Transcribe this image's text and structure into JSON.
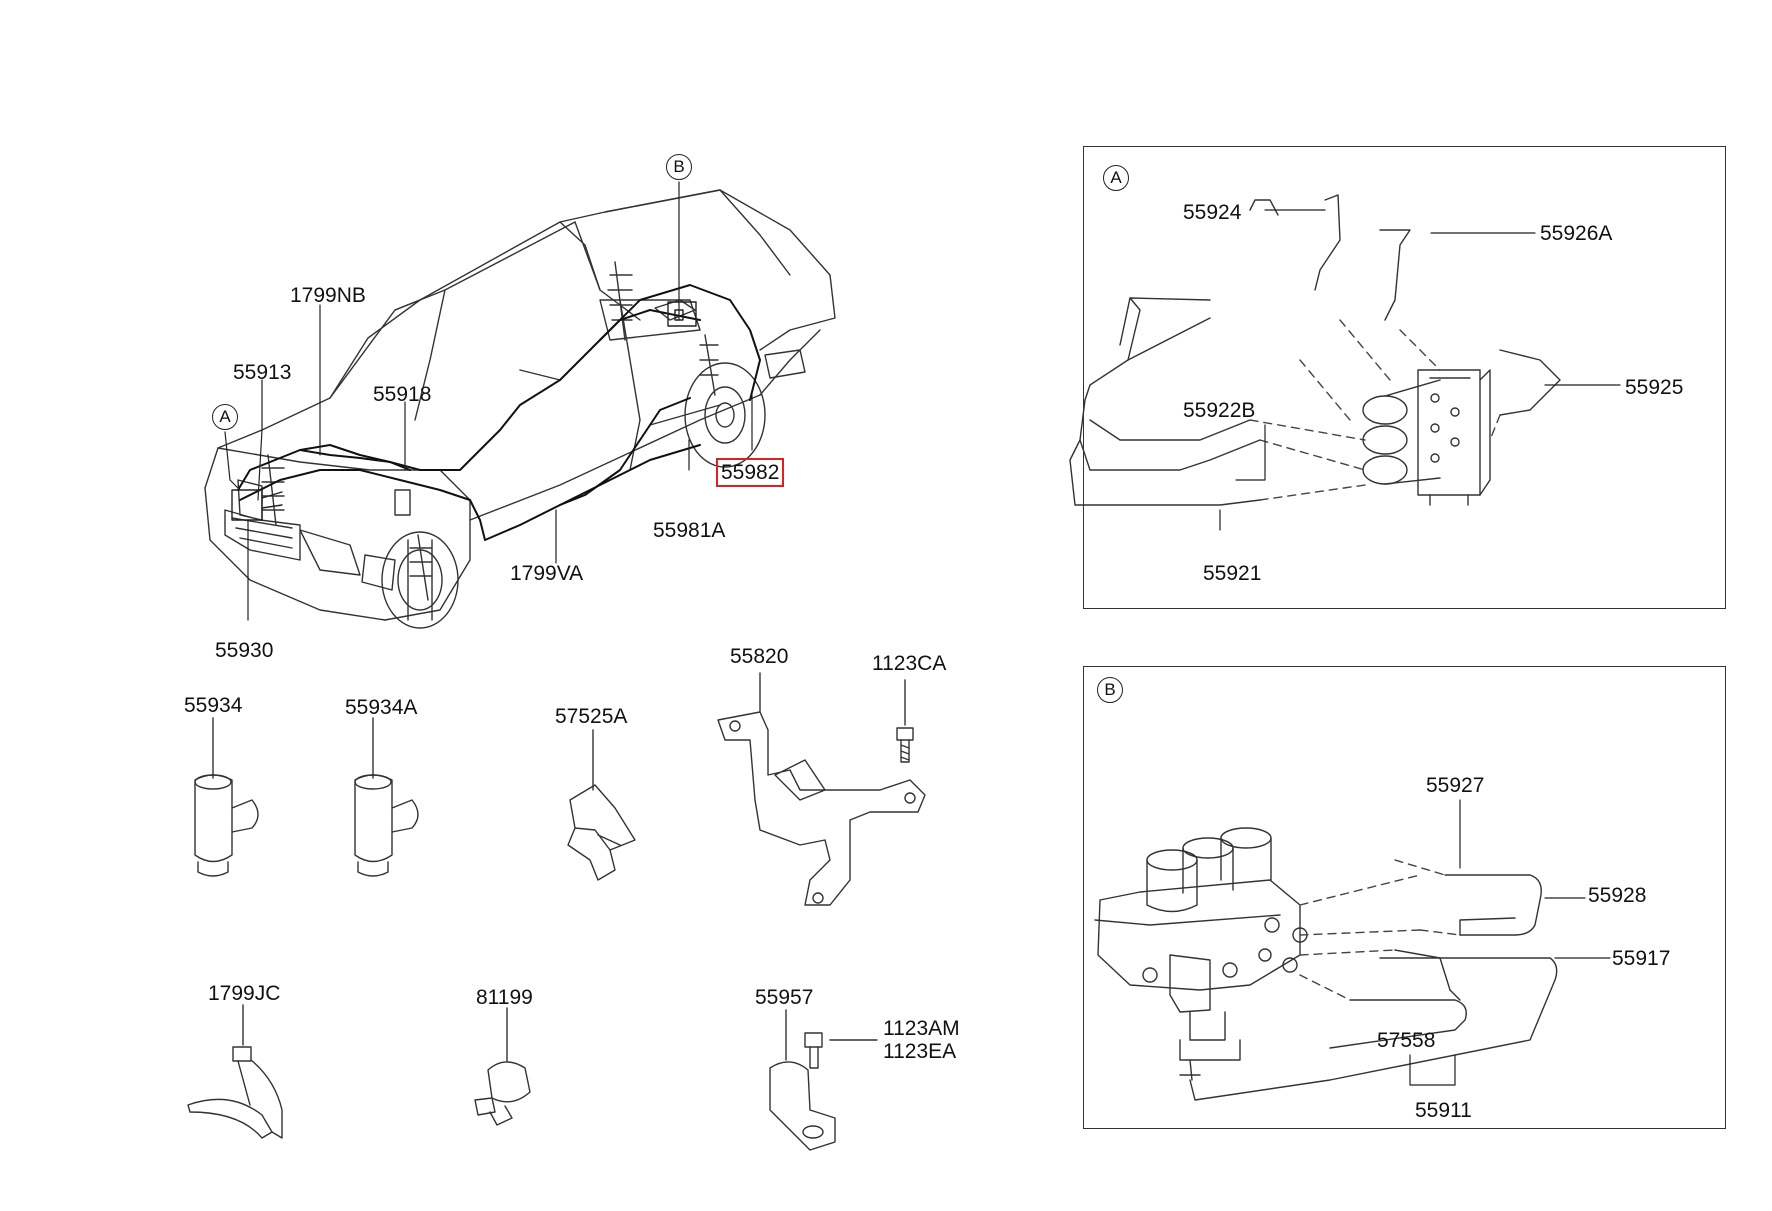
{
  "highlight_color": "#e02020",
  "callouts": {
    "a": "A",
    "b": "B"
  },
  "labels": {
    "p1799nb": "1799NB",
    "p55913": "55913",
    "p55918": "55918",
    "p55982": "55982",
    "p55981a": "55981A",
    "p1799va": "1799VA",
    "p55930": "55930",
    "p55934": "55934",
    "p55934a": "55934A",
    "p57525a": "57525A",
    "p55820": "55820",
    "p1123ca": "1123CA",
    "p1799jc": "1799JC",
    "p81199": "81199",
    "p55957": "55957",
    "p1123am": "1123AM",
    "p1123ea": "1123EA"
  },
  "panel_a": {
    "tag": "A",
    "labels": {
      "p55924": "55924",
      "p55926a": "55926A",
      "p55925": "55925",
      "p55922b": "55922B",
      "p55921": "55921"
    }
  },
  "panel_b": {
    "tag": "B",
    "labels": {
      "p55927": "55927",
      "p55928": "55928",
      "p55917": "55917",
      "p57558": "57558",
      "p55911": "55911"
    }
  }
}
